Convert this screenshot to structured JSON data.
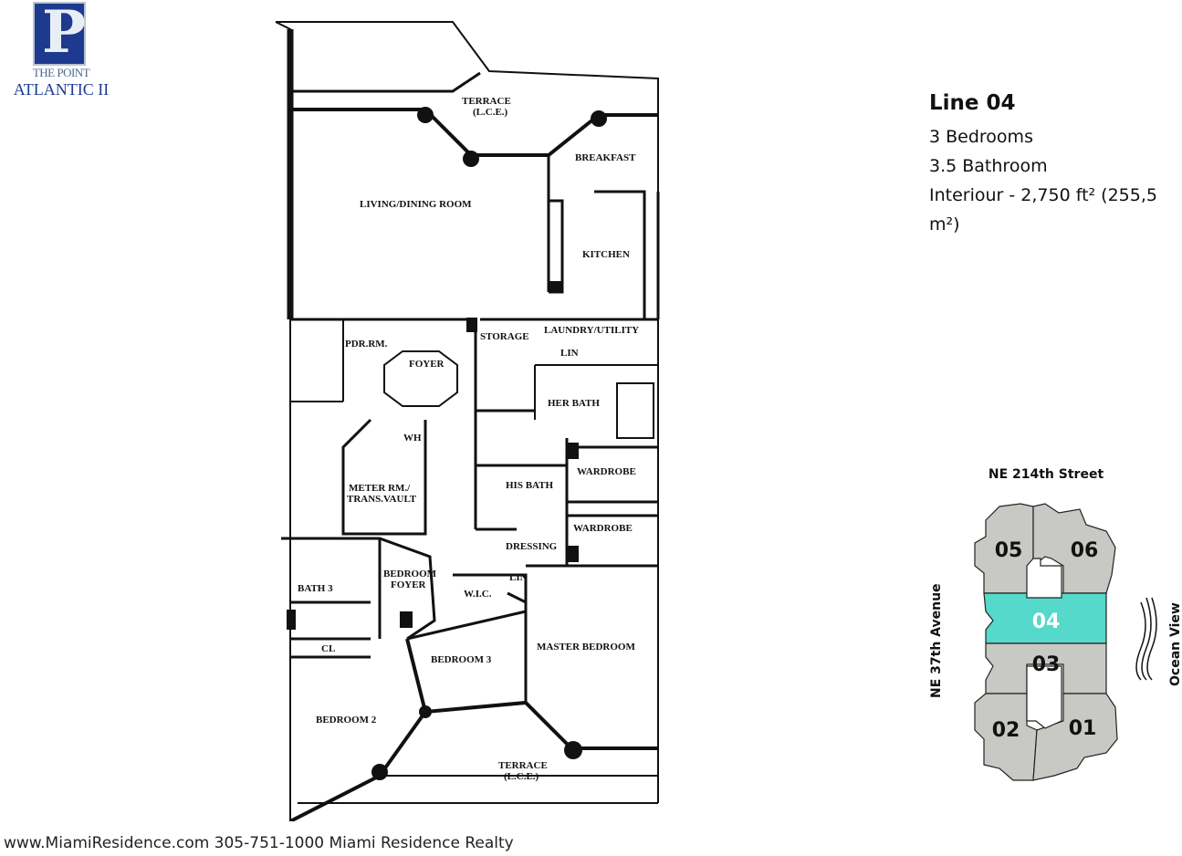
{
  "logo": {
    "line1": "THE POINT",
    "line2": "ATLANTIC II"
  },
  "unit_info": {
    "title": "Line 04",
    "bedrooms": "3 Bedrooms",
    "bathrooms": "3.5 Bathroom",
    "interior": "Interiour - 2,750 ft² (255,5 m²)"
  },
  "floor_plan": {
    "rooms": {
      "terrace_top": "TERRACE",
      "terrace_top_sub": "(L.C.E.)",
      "breakfast": "BREAKFAST",
      "living": "LIVING/DINING ROOM",
      "kitchen": "KITCHEN",
      "pdr": "PDR.RM.",
      "foyer": "FOYER",
      "storage": "STORAGE",
      "laundry": "LAUNDRY/UTILITY",
      "lin1": "LIN",
      "her_bath": "HER BATH",
      "wh": "WH",
      "his_bath": "HIS BATH",
      "wardrobe1": "WARDROBE",
      "wardrobe2": "WARDROBE",
      "meter": "METER RM./",
      "meter2": "TRANS.VAULT",
      "dressing": "DRESSING",
      "lin2": "LIN",
      "bath3": "BATH 3",
      "bedroom_foyer": "BEDROOM",
      "bedroom_foyer2": "FOYER",
      "wic": "W.I.C.",
      "cl": "CL",
      "bedroom3": "BEDROOM 3",
      "master": "MASTER BEDROOM",
      "bedroom2": "BEDROOM 2",
      "terrace_bottom": "TERRACE",
      "terrace_bottom_sub": "(L.C.E.)"
    }
  },
  "key_plan": {
    "north": "NE 214th Street",
    "west": "NE 37th Avenue",
    "east": "Ocean View",
    "units": [
      "05",
      "06",
      "04",
      "03",
      "02",
      "01"
    ],
    "selected": "04",
    "colors": {
      "selected": "#55d9cb",
      "other": "#c8c8c4",
      "outline": "#222222"
    }
  },
  "footer": "www.MiamiResidence.com 305-751-1000 Miami Residence Realty"
}
